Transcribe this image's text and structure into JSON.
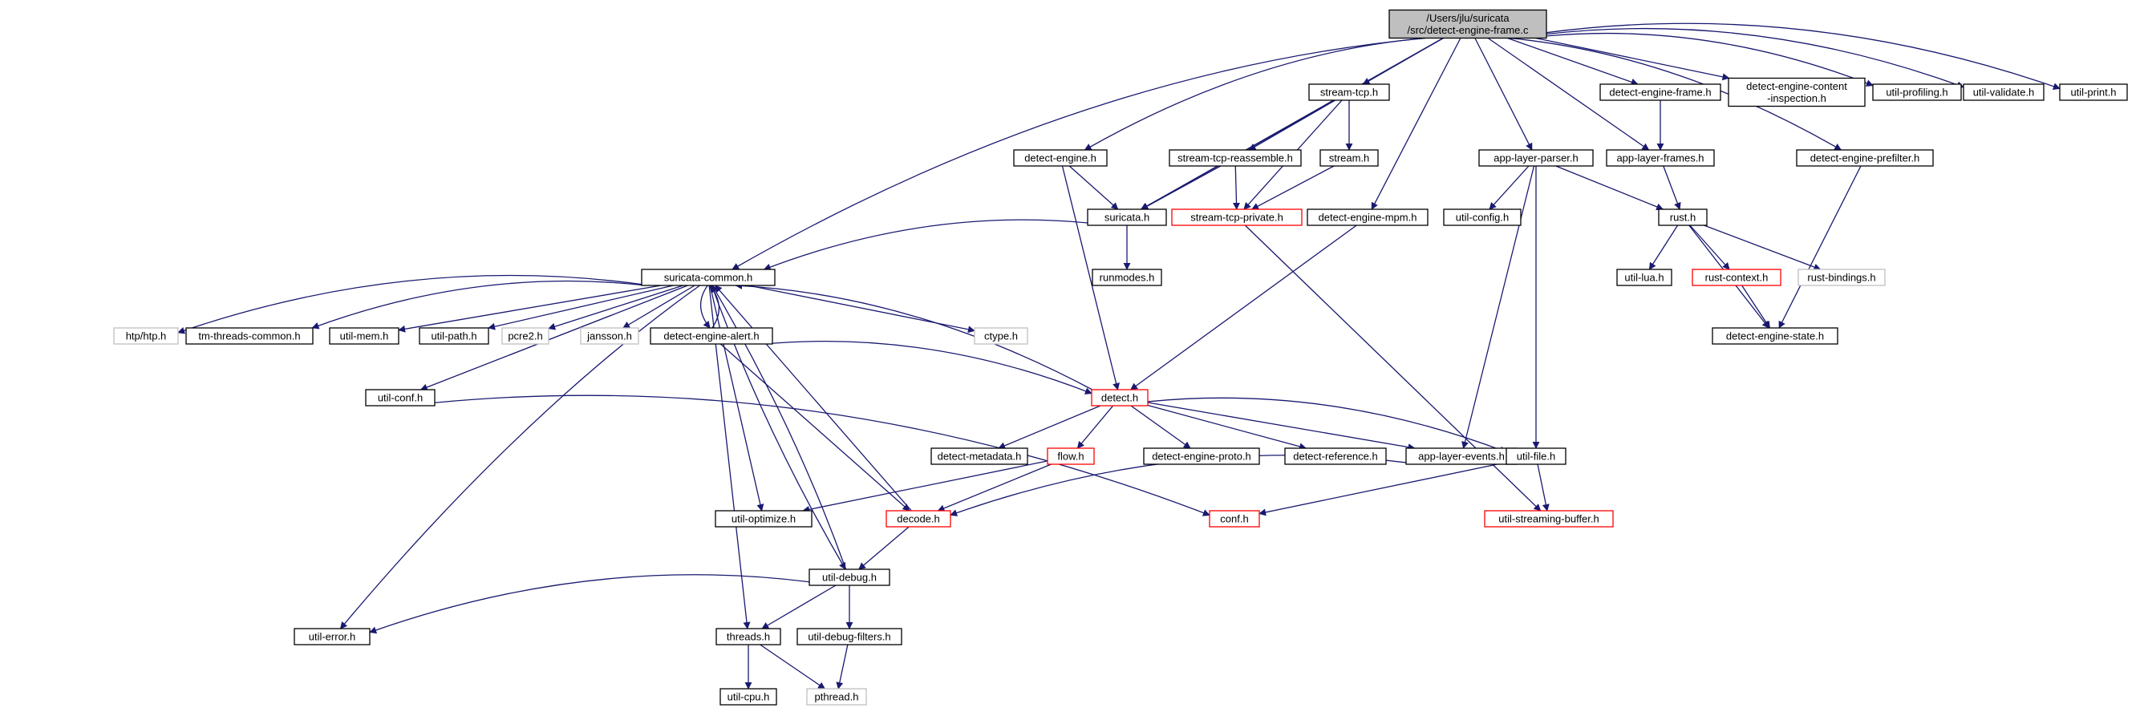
{
  "graph": {
    "root": "root",
    "colors": {
      "edge": "#191970",
      "root_fill": "#bfbfbf",
      "normal_border": "#000000",
      "truncated_border": "#ff0000",
      "external_border": "#bfbfbf",
      "external_text": "#404040"
    },
    "nodes": [
      {
        "id": "root",
        "lines": [
          "/Users/jlu/suricata",
          "/src/detect-engine-frame.c"
        ],
        "kind": "root"
      },
      {
        "id": "suricata-common",
        "lines": [
          "suricata-common.h"
        ],
        "kind": "normal"
      },
      {
        "id": "detect-engine",
        "lines": [
          "detect-engine.h"
        ],
        "kind": "normal"
      },
      {
        "id": "stream-tcp",
        "lines": [
          "stream-tcp.h"
        ],
        "kind": "normal"
      },
      {
        "id": "stream-tcp-reassemble",
        "lines": [
          "stream-tcp-reassemble.h"
        ],
        "kind": "normal"
      },
      {
        "id": "stream",
        "lines": [
          "stream.h"
        ],
        "kind": "normal"
      },
      {
        "id": "suricata",
        "lines": [
          "suricata.h"
        ],
        "kind": "normal"
      },
      {
        "id": "stream-tcp-private",
        "lines": [
          "stream-tcp-private.h"
        ],
        "kind": "truncated"
      },
      {
        "id": "detect-engine-mpm",
        "lines": [
          "detect-engine-mpm.h"
        ],
        "kind": "normal"
      },
      {
        "id": "app-layer-parser",
        "lines": [
          "app-layer-parser.h"
        ],
        "kind": "normal"
      },
      {
        "id": "util-config",
        "lines": [
          "util-config.h"
        ],
        "kind": "normal"
      },
      {
        "id": "detect-engine-frame",
        "lines": [
          "detect-engine-frame.h"
        ],
        "kind": "normal"
      },
      {
        "id": "app-layer-frames",
        "lines": [
          "app-layer-frames.h"
        ],
        "kind": "normal"
      },
      {
        "id": "rust",
        "lines": [
          "rust.h"
        ],
        "kind": "normal"
      },
      {
        "id": "detect-engine-content-inspection",
        "lines": [
          "detect-engine-content",
          "-inspection.h"
        ],
        "kind": "normal"
      },
      {
        "id": "detect-engine-prefilter",
        "lines": [
          "detect-engine-prefilter.h"
        ],
        "kind": "normal"
      },
      {
        "id": "util-profiling",
        "lines": [
          "util-profiling.h"
        ],
        "kind": "normal"
      },
      {
        "id": "util-validate",
        "lines": [
          "util-validate.h"
        ],
        "kind": "normal"
      },
      {
        "id": "util-print",
        "lines": [
          "util-print.h"
        ],
        "kind": "normal"
      },
      {
        "id": "runmodes",
        "lines": [
          "runmodes.h"
        ],
        "kind": "normal"
      },
      {
        "id": "util-lua",
        "lines": [
          "util-lua.h"
        ],
        "kind": "normal"
      },
      {
        "id": "rust-context",
        "lines": [
          "rust-context.h"
        ],
        "kind": "truncated"
      },
      {
        "id": "rust-bindings",
        "lines": [
          "rust-bindings.h"
        ],
        "kind": "external"
      },
      {
        "id": "detect-engine-state",
        "lines": [
          "detect-engine-state.h"
        ],
        "kind": "normal"
      },
      {
        "id": "htp",
        "lines": [
          "htp/htp.h"
        ],
        "kind": "external"
      },
      {
        "id": "tm-threads-common",
        "lines": [
          "tm-threads-common.h"
        ],
        "kind": "normal"
      },
      {
        "id": "util-mem",
        "lines": [
          "util-mem.h"
        ],
        "kind": "normal"
      },
      {
        "id": "util-path",
        "lines": [
          "util-path.h"
        ],
        "kind": "normal"
      },
      {
        "id": "pcre2",
        "lines": [
          "pcre2.h"
        ],
        "kind": "external"
      },
      {
        "id": "jansson",
        "lines": [
          "jansson.h"
        ],
        "kind": "external"
      },
      {
        "id": "detect-engine-alert",
        "lines": [
          "detect-engine-alert.h"
        ],
        "kind": "normal"
      },
      {
        "id": "ctype",
        "lines": [
          "ctype.h"
        ],
        "kind": "external"
      },
      {
        "id": "util-conf",
        "lines": [
          "util-conf.h"
        ],
        "kind": "normal"
      },
      {
        "id": "detect",
        "lines": [
          "detect.h"
        ],
        "kind": "truncated"
      },
      {
        "id": "detect-metadata",
        "lines": [
          "detect-metadata.h"
        ],
        "kind": "normal"
      },
      {
        "id": "flow",
        "lines": [
          "flow.h"
        ],
        "kind": "truncated"
      },
      {
        "id": "detect-engine-proto",
        "lines": [
          "detect-engine-proto.h"
        ],
        "kind": "normal"
      },
      {
        "id": "detect-reference",
        "lines": [
          "detect-reference.h"
        ],
        "kind": "normal"
      },
      {
        "id": "app-layer-events",
        "lines": [
          "app-layer-events.h"
        ],
        "kind": "normal"
      },
      {
        "id": "util-file",
        "lines": [
          "util-file.h"
        ],
        "kind": "normal"
      },
      {
        "id": "util-optimize",
        "lines": [
          "util-optimize.h"
        ],
        "kind": "normal"
      },
      {
        "id": "decode",
        "lines": [
          "decode.h"
        ],
        "kind": "truncated"
      },
      {
        "id": "conf",
        "lines": [
          "conf.h"
        ],
        "kind": "truncated"
      },
      {
        "id": "util-streaming-buffer",
        "lines": [
          "util-streaming-buffer.h"
        ],
        "kind": "truncated"
      },
      {
        "id": "util-debug",
        "lines": [
          "util-debug.h"
        ],
        "kind": "normal"
      },
      {
        "id": "util-error",
        "lines": [
          "util-error.h"
        ],
        "kind": "normal"
      },
      {
        "id": "threads",
        "lines": [
          "threads.h"
        ],
        "kind": "normal"
      },
      {
        "id": "util-debug-filters",
        "lines": [
          "util-debug-filters.h"
        ],
        "kind": "normal"
      },
      {
        "id": "util-cpu",
        "lines": [
          "util-cpu.h"
        ],
        "kind": "normal"
      },
      {
        "id": "pthread",
        "lines": [
          "pthread.h"
        ],
        "kind": "external"
      }
    ],
    "edges": [
      [
        "root",
        "suricata-common"
      ],
      [
        "root",
        "detect-engine"
      ],
      [
        "root",
        "stream-tcp"
      ],
      [
        "root",
        "suricata"
      ],
      [
        "root",
        "detect-engine-mpm"
      ],
      [
        "root",
        "app-layer-parser"
      ],
      [
        "root",
        "detect-engine-frame"
      ],
      [
        "root",
        "app-layer-frames"
      ],
      [
        "root",
        "detect-engine-content-inspection"
      ],
      [
        "root",
        "detect-engine-prefilter"
      ],
      [
        "root",
        "util-profiling"
      ],
      [
        "root",
        "util-validate"
      ],
      [
        "root",
        "util-print"
      ],
      [
        "stream-tcp",
        "stream-tcp-reassemble"
      ],
      [
        "stream-tcp",
        "stream"
      ],
      [
        "stream-tcp",
        "suricata"
      ],
      [
        "stream-tcp",
        "stream-tcp-private"
      ],
      [
        "detect-engine",
        "suricata"
      ],
      [
        "detect-engine",
        "detect"
      ],
      [
        "stream-tcp-reassemble",
        "suricata"
      ],
      [
        "stream-tcp-reassemble",
        "stream-tcp-private"
      ],
      [
        "stream",
        "stream-tcp-private"
      ],
      [
        "suricata",
        "suricata-common"
      ],
      [
        "suricata",
        "runmodes"
      ],
      [
        "stream-tcp-private",
        "util-streaming-buffer"
      ],
      [
        "detect-engine-mpm",
        "detect"
      ],
      [
        "app-layer-parser",
        "util-config"
      ],
      [
        "app-layer-parser",
        "rust"
      ],
      [
        "app-layer-parser",
        "app-layer-events"
      ],
      [
        "app-layer-parser",
        "util-file"
      ],
      [
        "detect-engine-frame",
        "app-layer-frames"
      ],
      [
        "app-layer-frames",
        "rust"
      ],
      [
        "rust",
        "util-lua"
      ],
      [
        "rust",
        "rust-context"
      ],
      [
        "rust",
        "rust-bindings"
      ],
      [
        "rust",
        "detect-engine-state"
      ],
      [
        "rust-context",
        "detect-engine-state"
      ],
      [
        "detect-engine-prefilter",
        "detect-engine-state"
      ],
      [
        "suricata-common",
        "htp"
      ],
      [
        "suricata-common",
        "tm-threads-common"
      ],
      [
        "suricata-common",
        "util-mem"
      ],
      [
        "suricata-common",
        "util-path"
      ],
      [
        "suricata-common",
        "pcre2"
      ],
      [
        "suricata-common",
        "jansson"
      ],
      [
        "suricata-common",
        "detect-engine-alert"
      ],
      [
        "suricata-common",
        "ctype"
      ],
      [
        "suricata-common",
        "util-conf"
      ],
      [
        "suricata-common",
        "util-error"
      ],
      [
        "suricata-common",
        "util-optimize"
      ],
      [
        "suricata-common",
        "util-debug"
      ],
      [
        "suricata-common",
        "threads"
      ],
      [
        "detect-engine-alert",
        "suricata-common"
      ],
      [
        "detect-engine-alert",
        "detect"
      ],
      [
        "detect-engine-alert",
        "decode"
      ],
      [
        "detect",
        "suricata-common"
      ],
      [
        "detect",
        "detect-metadata"
      ],
      [
        "detect",
        "flow"
      ],
      [
        "detect",
        "detect-engine-proto"
      ],
      [
        "detect",
        "detect-reference"
      ],
      [
        "detect",
        "app-layer-events"
      ],
      [
        "detect",
        "util-file"
      ],
      [
        "flow",
        "util-optimize"
      ],
      [
        "flow",
        "decode"
      ],
      [
        "app-layer-events",
        "decode"
      ],
      [
        "util-file",
        "conf"
      ],
      [
        "util-file",
        "util-streaming-buffer"
      ],
      [
        "util-conf",
        "conf"
      ],
      [
        "decode",
        "suricata-common"
      ],
      [
        "decode",
        "util-debug"
      ],
      [
        "util-debug",
        "suricata-common"
      ],
      [
        "util-debug",
        "util-error"
      ],
      [
        "util-debug",
        "threads"
      ],
      [
        "util-debug",
        "util-debug-filters"
      ],
      [
        "threads",
        "util-cpu"
      ],
      [
        "threads",
        "pthread"
      ],
      [
        "util-debug-filters",
        "pthread"
      ]
    ]
  }
}
